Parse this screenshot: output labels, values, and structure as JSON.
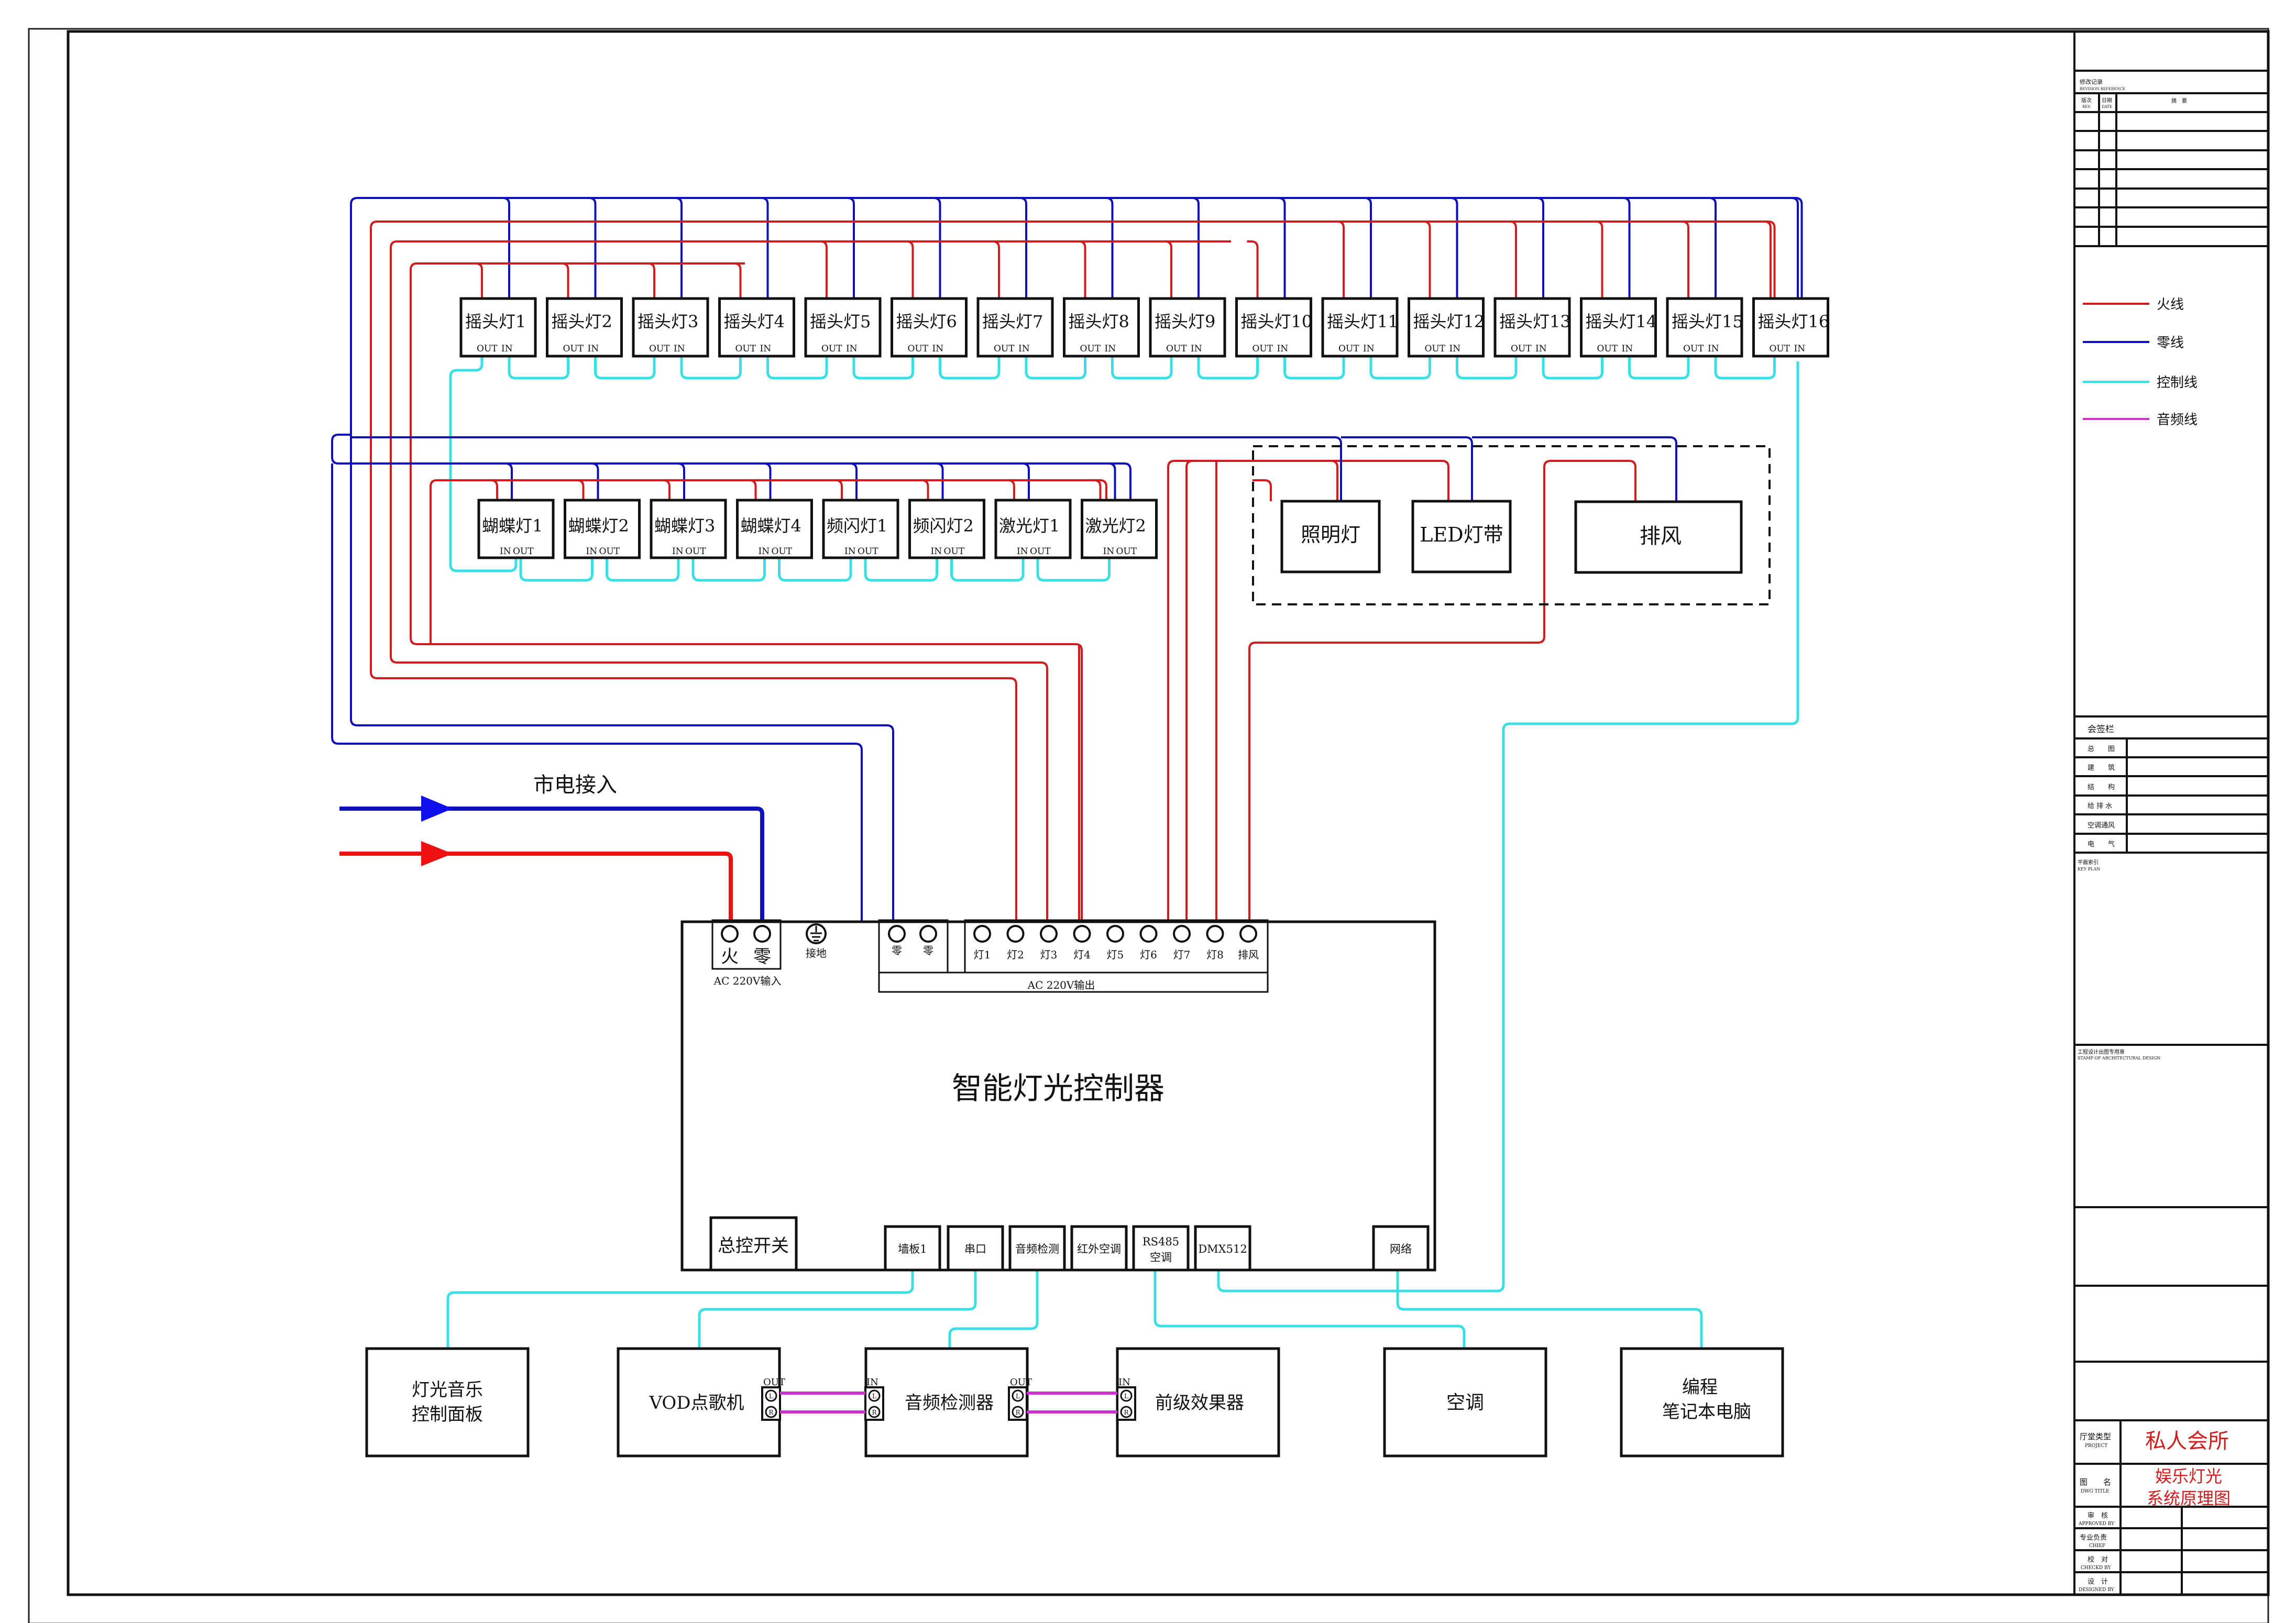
{
  "diagram": {
    "title_block": {
      "revision": {
        "heading": "修改记录",
        "heading_en": "REVISION REFERENCE",
        "col_rev": "版次",
        "col_rev_en": "REV.",
        "col_date": "日期",
        "col_date_en": "DATE",
        "col_summary": "摘　要"
      },
      "legend": [
        {
          "label": "火线",
          "color": "#d01c1c"
        },
        {
          "label": "零线",
          "color": "#1010b8"
        },
        {
          "label": "控制线",
          "color": "#38e0e6"
        },
        {
          "label": "音频线",
          "color": "#cc33cc"
        }
      ],
      "countersign": {
        "heading": "会签栏",
        "rows": [
          "总　　图",
          "建　　筑",
          "结　　构",
          "给 排 水",
          "空调通风",
          "电　　气"
        ]
      },
      "key_plan": {
        "label": "平面索引",
        "label_en": "KEY PLAN"
      },
      "stamp": {
        "label": "工程设计出图专用章",
        "label_en": "STAMP OF ARCHITECTURAL DESIGN"
      },
      "project": {
        "label": "厅堂类型",
        "label_en": "PROJECT",
        "value": "私人会所"
      },
      "dwg_title": {
        "label": "图　　名",
        "label_en": "DWG TITLE",
        "value_line1": "娱乐灯光",
        "value_line2": "系统原理图"
      },
      "signoffs": [
        {
          "label": "审　核",
          "label_en": "APPROVED BY"
        },
        {
          "label": "专业负责",
          "label_en": "CHIEF"
        },
        {
          "label": "校　对",
          "label_en": "CHECKD BY"
        },
        {
          "label": "设　计",
          "label_en": "DESIGNED BY"
        }
      ]
    },
    "moving_heads": [
      "摇头灯1",
      "摇头灯2",
      "摇头灯3",
      "摇头灯4",
      "摇头灯5",
      "摇头灯6",
      "摇头灯7",
      "摇头灯8",
      "摇头灯9",
      "摇头灯10",
      "摇头灯11",
      "摇头灯12",
      "摇头灯13",
      "摇头灯14",
      "摇头灯15",
      "摇头灯16"
    ],
    "moving_head_ports": {
      "out": "OUT",
      "in": "IN"
    },
    "fixtures_row2": [
      "蝴蝶灯1",
      "蝴蝶灯2",
      "蝴蝶灯3",
      "蝴蝶灯4",
      "频闪灯1",
      "频闪灯2",
      "激光灯1",
      "激光灯2"
    ],
    "fixtures_row2_ports": {
      "in": "IN",
      "out": "OUT"
    },
    "aux_loads": [
      "照明灯",
      "LED灯带",
      "排风"
    ],
    "mains": {
      "label": "市电接入"
    },
    "controller": {
      "title": "智能灯光控制器",
      "input_terminals": [
        "火",
        "零"
      ],
      "input_caption": "AC 220V输入",
      "ground_label": "接地",
      "neutral_terminals": [
        "零",
        "零"
      ],
      "output_terminals": [
        "灯1",
        "灯2",
        "灯3",
        "灯4",
        "灯5",
        "灯6",
        "灯7",
        "灯8",
        "排风"
      ],
      "output_caption": "AC 220V输出",
      "master_switch": "总控开关",
      "ports": [
        "墙板1",
        "串口",
        "音频检测",
        "红外空调",
        "RS485",
        "空调",
        "DMX512",
        "网络"
      ]
    },
    "peripherals": {
      "panel_line1": "灯光音乐",
      "panel_line2": "控制面板",
      "vod": "VOD点歌机",
      "audio_detector": "音频检测器",
      "preamp": "前级效果器",
      "aircon": "空调",
      "laptop_line1": "编程",
      "laptop_line2": "笔记本电脑",
      "audio_ports": {
        "out": "OUT",
        "in": "IN",
        "left": "L",
        "right": "R"
      }
    }
  }
}
